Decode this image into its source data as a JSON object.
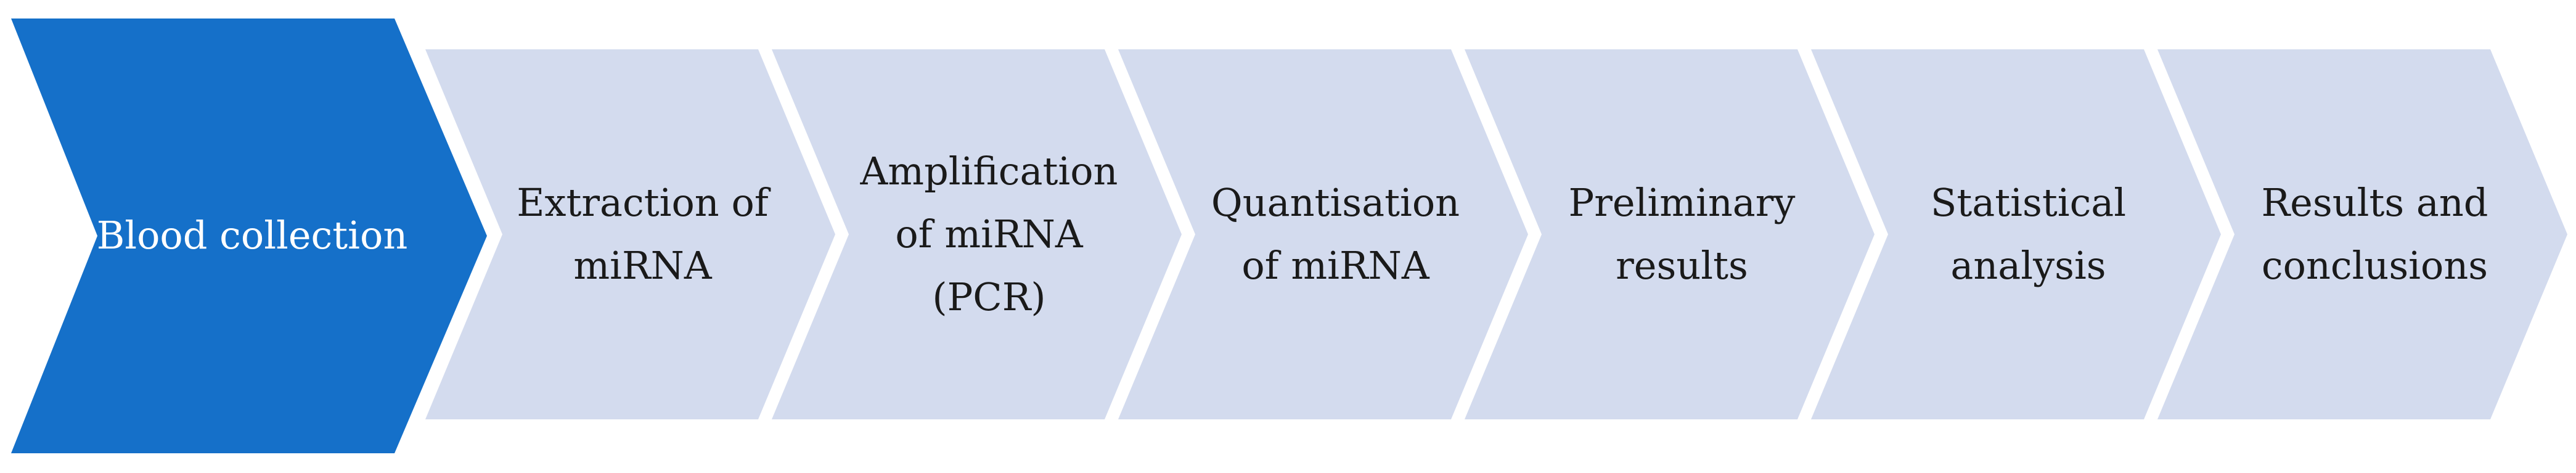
{
  "colors": {
    "active_fill": "#1570c9",
    "inactive_fill": "#d3dbee",
    "active_text": "#ffffff",
    "inactive_text": "#1a1a1a",
    "background": "#ffffff"
  },
  "steps": [
    {
      "label": "Blood collection",
      "active": true
    },
    {
      "label": "Extraction of\nmiRNA",
      "active": false
    },
    {
      "label": "Amplification\nof miRNA\n(PCR)",
      "active": false
    },
    {
      "label": "Quantisation\nof miRNA",
      "active": false
    },
    {
      "label": "Preliminary\nresults",
      "active": false
    },
    {
      "label": "Statistical\nanalysis",
      "active": false
    },
    {
      "label": "Results and\nconclusions",
      "active": false
    }
  ]
}
